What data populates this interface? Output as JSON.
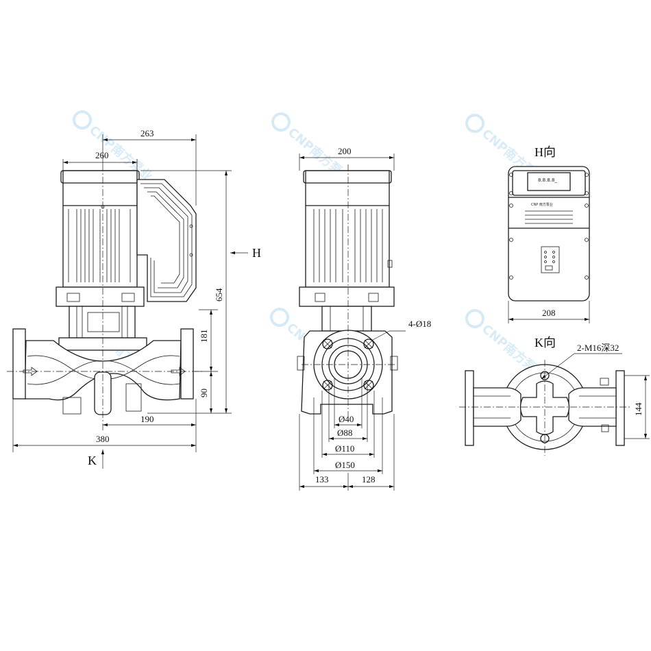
{
  "watermark": {
    "brand": "CNP南方泵业"
  },
  "views": {
    "front": {
      "dims": {
        "d263": "263",
        "d260": "260",
        "d654": "654",
        "d181": "181",
        "d90": "90",
        "d190": "190",
        "d380": "380"
      },
      "arrows": {
        "h": "H",
        "k": "K"
      }
    },
    "side": {
      "dims": {
        "d200": "200",
        "holes": "4-Ø18",
        "d40": "Ø40",
        "d88": "Ø88",
        "d110": "Ø110",
        "d150": "Ø150",
        "d133": "133",
        "d128": "128"
      }
    },
    "h_view": {
      "title": "H向",
      "dims": {
        "d208": "208"
      },
      "display": "8.8.8.8_",
      "nameplate_brand": "CNP 南方泵业"
    },
    "k_view": {
      "title": "K向",
      "dims": {
        "thread": "2-M16深32",
        "d144": "144"
      }
    }
  }
}
